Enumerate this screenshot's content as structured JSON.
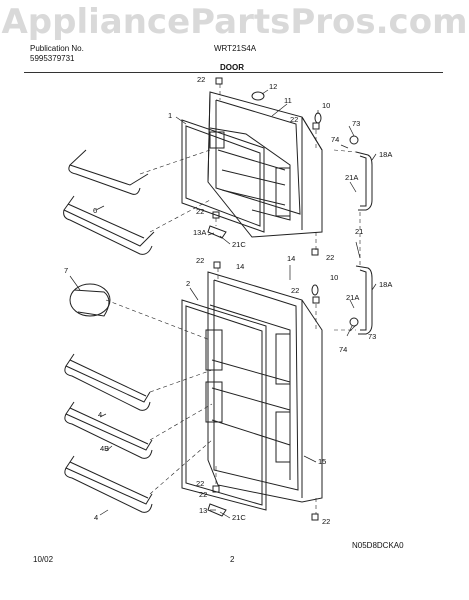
{
  "watermark": "AppliancePartsPros.com",
  "header": {
    "publication_label": "Publication No.",
    "publication_number": "5995379731",
    "model": "WRT21S4A",
    "section": "DOOR"
  },
  "footer": {
    "date": "10/02",
    "page": "2",
    "code": "N05D8DCKA0"
  },
  "callouts": {
    "c1": "1",
    "c2": "2",
    "c4a": "4",
    "c4b": "4",
    "c4B": "4B",
    "c6": "6",
    "c7": "7",
    "c10a": "10",
    "c10b": "10",
    "c11": "11",
    "c12": "12",
    "c13a": "13A",
    "c13b": "13",
    "c14a": "14",
    "c14b": "14",
    "c15": "15",
    "c18a": "18A",
    "c18b": "18A",
    "c21a": "21A",
    "c21b": "21",
    "c21c": "21A",
    "c21ca": "21C",
    "c21cb": "21C",
    "c22a": "22",
    "c22b": "22",
    "c22c": "22",
    "c22d": "22",
    "c22e": "22",
    "c22f": "22",
    "c22g": "22",
    "c22h": "22",
    "c22i": "22",
    "c73a": "73",
    "c73b": "73",
    "c74a": "74",
    "c74b": "74"
  }
}
